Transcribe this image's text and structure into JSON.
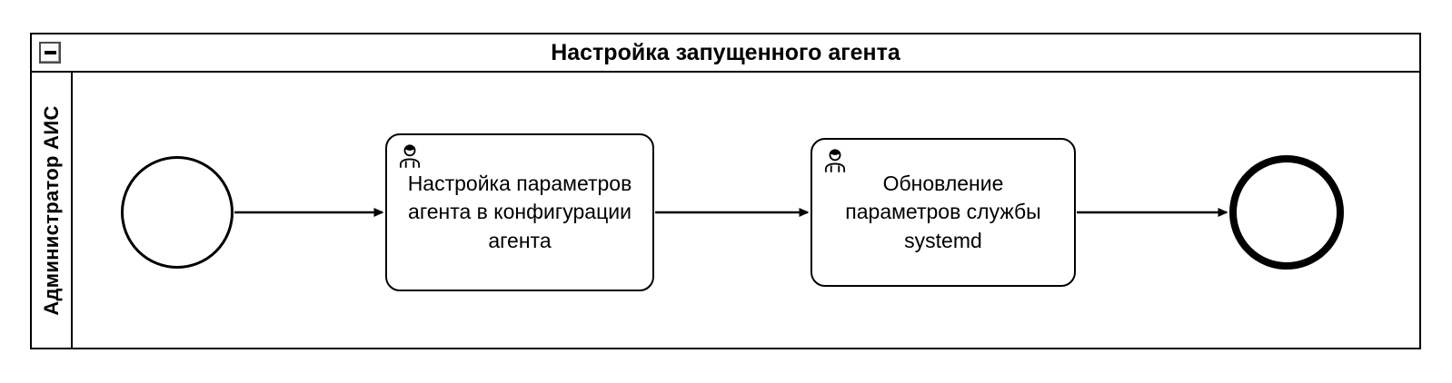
{
  "pool": {
    "title": "Настройка запущенного агента",
    "collapse_icon": "minus-icon",
    "lane": {
      "label": "Администратор АИС"
    }
  },
  "diagram": {
    "type": "bpmn-process",
    "colors": {
      "stroke": "#000000",
      "fill": "#ffffff"
    },
    "start_event": {
      "kind": "start-event"
    },
    "end_event": {
      "kind": "end-event"
    },
    "tasks": [
      {
        "type": "user-task",
        "icon": "user-icon",
        "label": "Настройка параметров агента в конфигурации агента"
      },
      {
        "type": "user-task",
        "icon": "user-icon",
        "label": "Обновление параметров службы systemd"
      }
    ],
    "flows": [
      {
        "from": "start-event",
        "to": "task-1"
      },
      {
        "from": "task-1",
        "to": "task-2"
      },
      {
        "from": "task-2",
        "to": "end-event"
      }
    ]
  }
}
